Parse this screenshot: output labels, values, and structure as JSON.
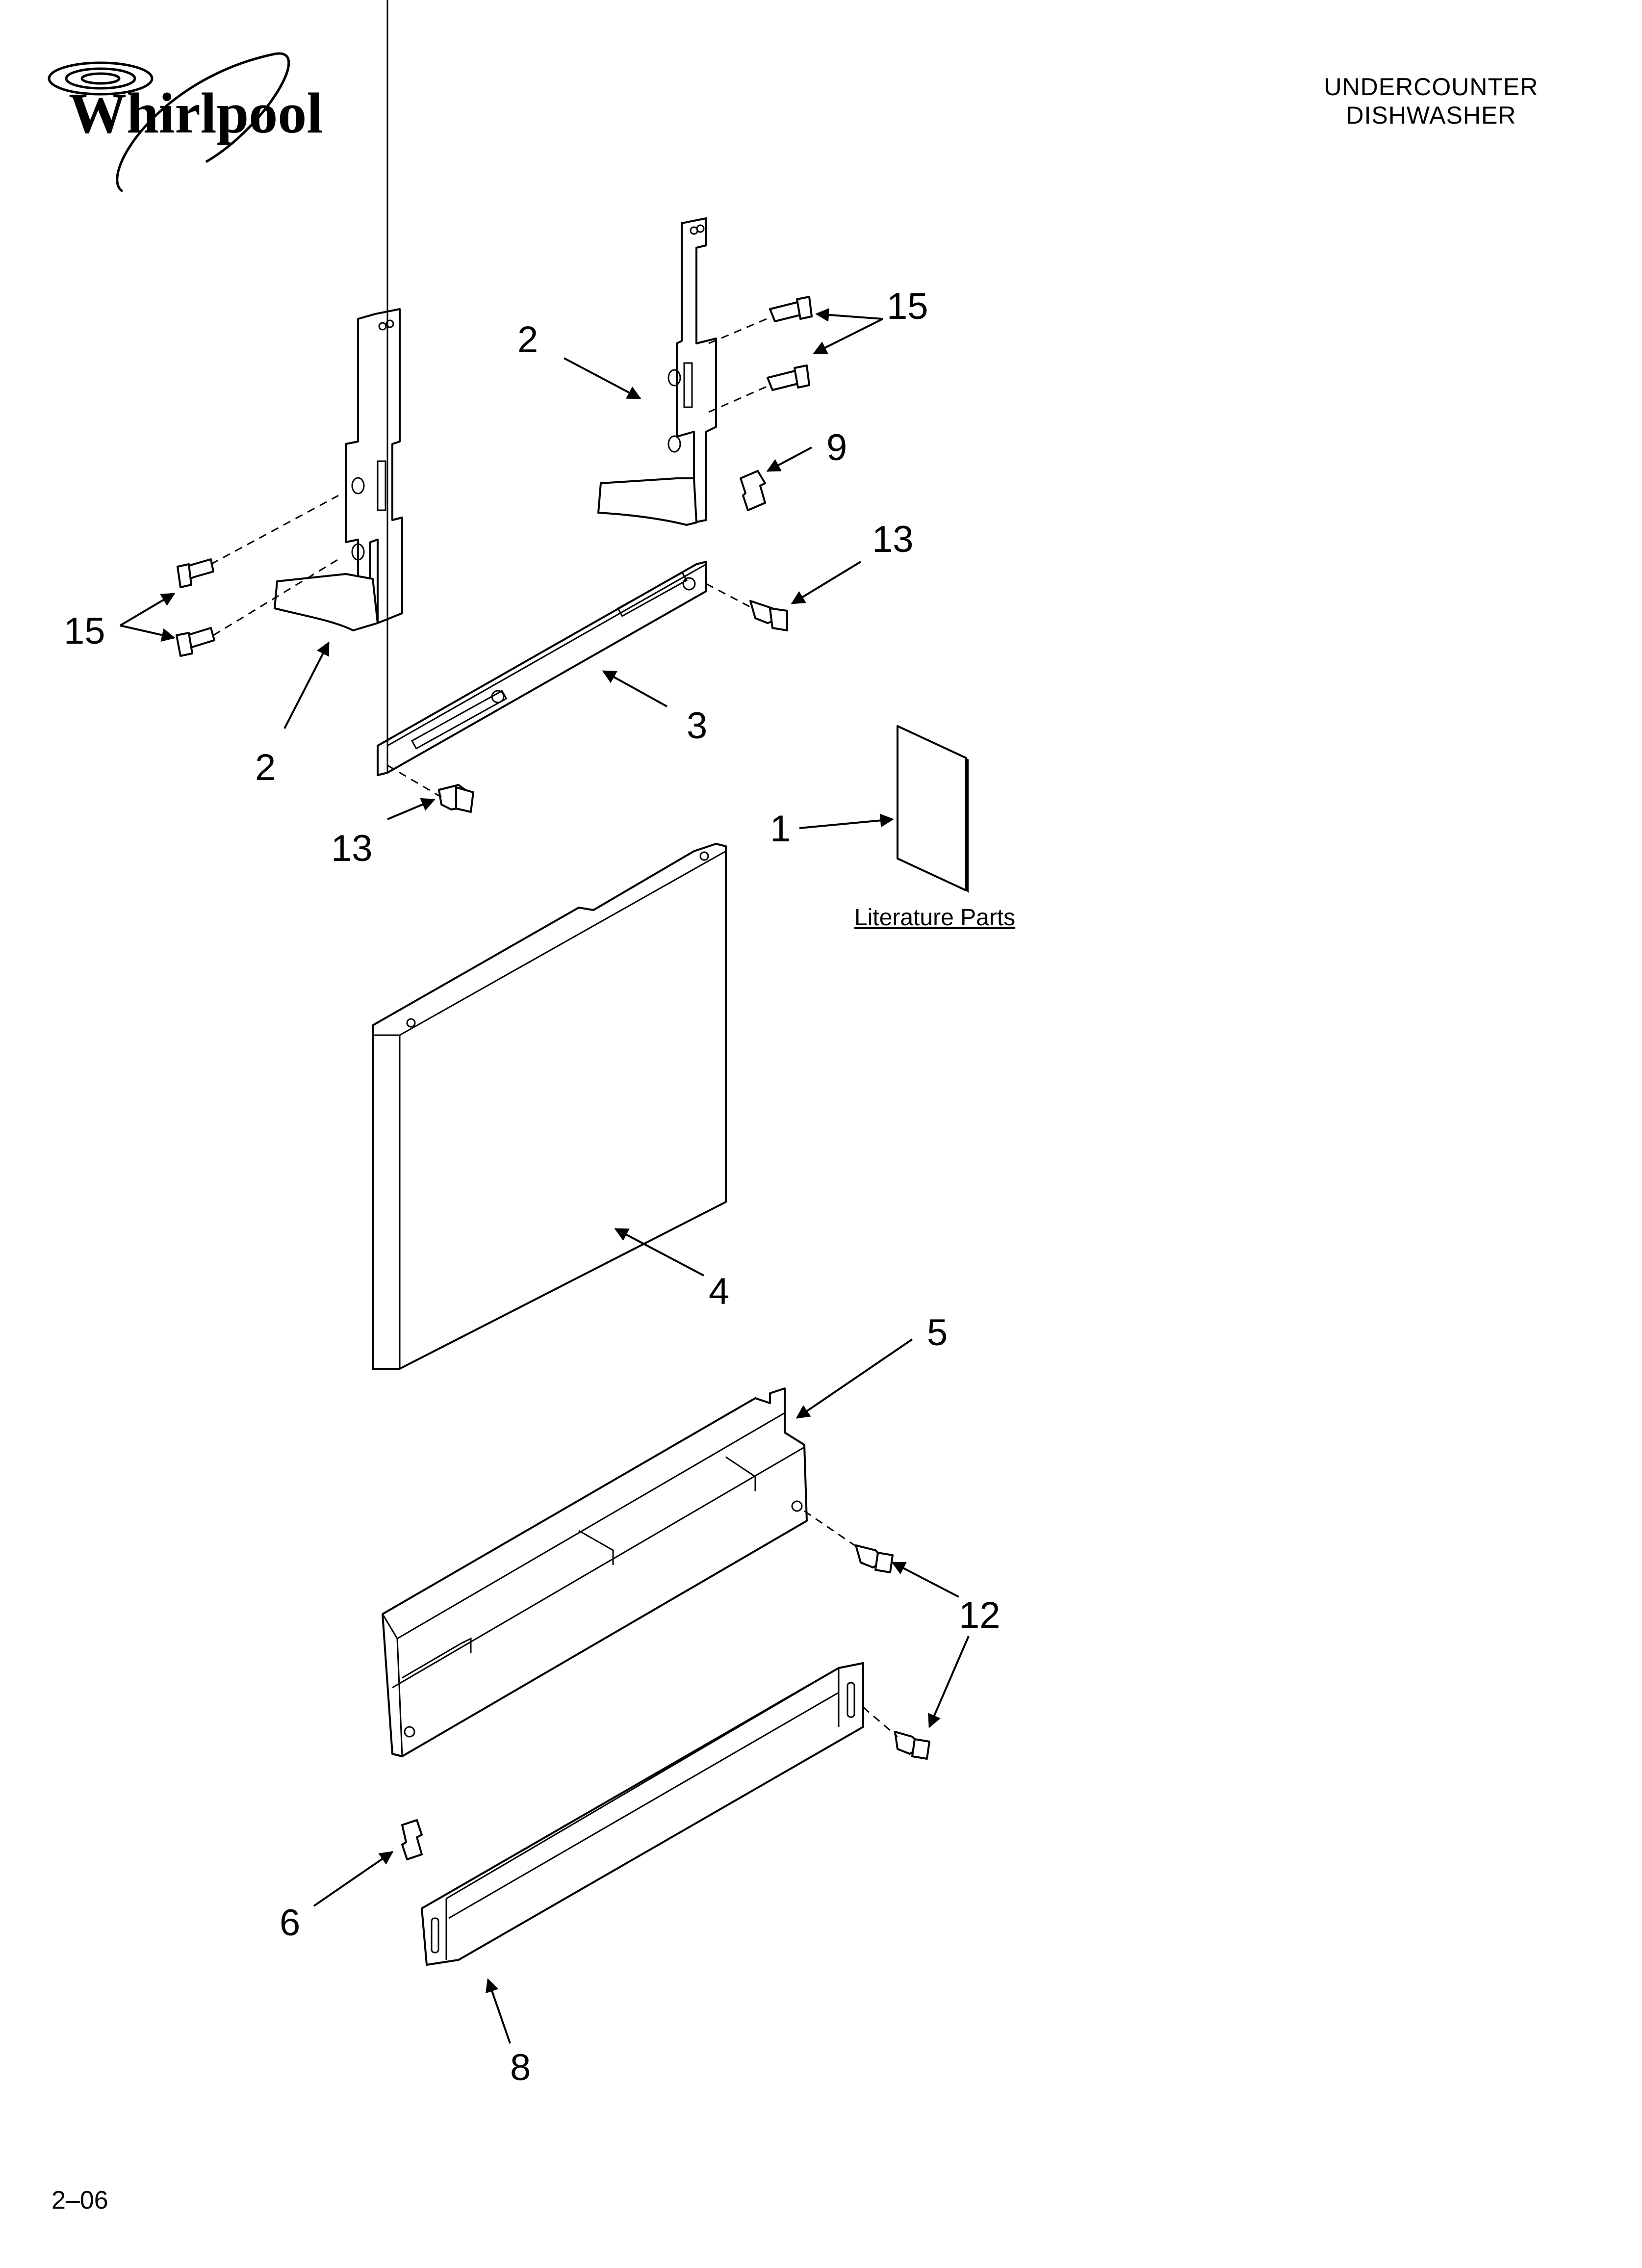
{
  "brand": {
    "logo_text": "Whirlpool"
  },
  "header": {
    "title_line1": "UNDERCOUNTER",
    "title_line2": "DISHWASHER"
  },
  "callouts": {
    "c2_top": "2",
    "c15_top": "15",
    "c9": "9",
    "c13_top": "13",
    "c15_left": "15",
    "c2_left": "2",
    "c3": "3",
    "c13_left": "13",
    "c1": "1",
    "c4": "4",
    "c5": "5",
    "c12": "12",
    "c6": "6",
    "c8": "8"
  },
  "literature_label": "Literature Parts",
  "footer": {
    "page_code": "2–06"
  }
}
